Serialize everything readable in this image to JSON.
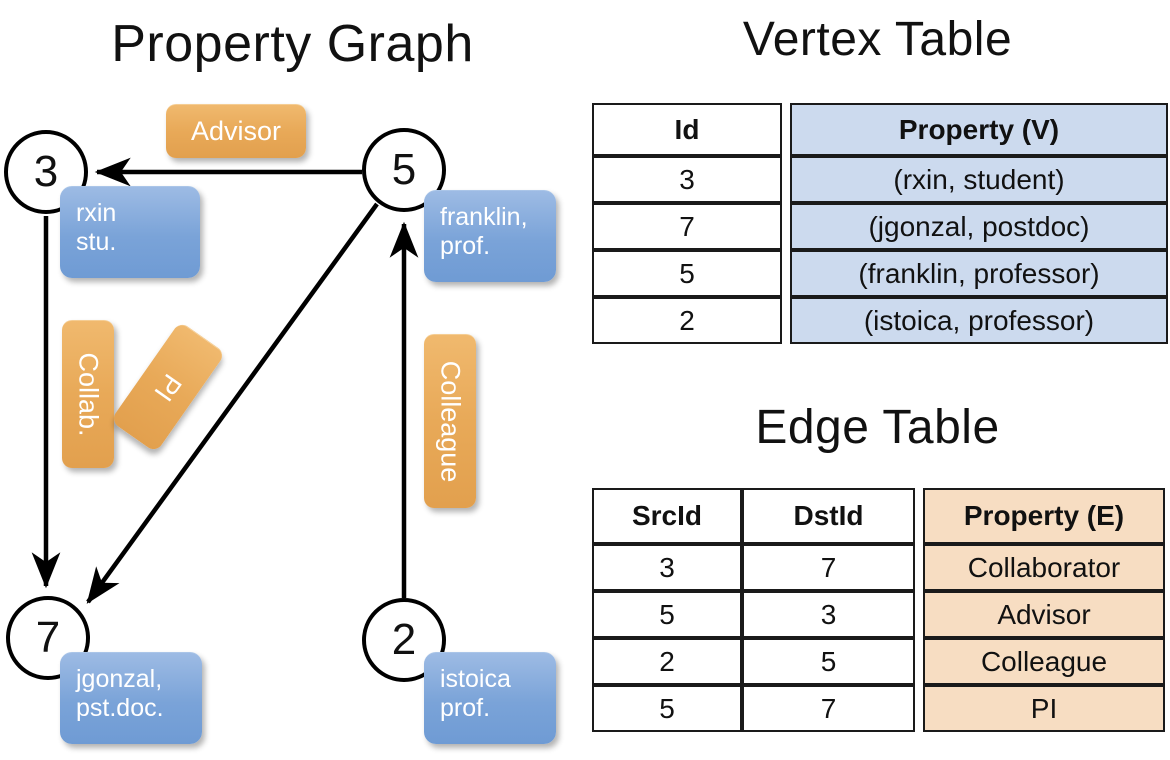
{
  "titles": {
    "graph": "Property Graph",
    "vertex_table": "Vertex Table",
    "edge_table": "Edge Table"
  },
  "colors": {
    "vertex_property_fill": "#ccdaee",
    "edge_property_fill": "#f7ddc2",
    "vertex_box_fill": "#7aa3d8",
    "edge_label_fill": "#e8a958",
    "table_border": "#1a1a1a",
    "text": "#111111"
  },
  "graph": {
    "nodes": [
      {
        "id": "3",
        "property_label": "rxin\nstu.",
        "property_line1": "rxin",
        "property_line2": "stu."
      },
      {
        "id": "5",
        "property_label": "franklin,\nprof.",
        "property_line1": "franklin,",
        "property_line2": "prof."
      },
      {
        "id": "7",
        "property_label": "jgonzal,\npst.doc.",
        "property_line1": "jgonzal,",
        "property_line2": "pst.doc."
      },
      {
        "id": "2",
        "property_label": "istoica\nprof.",
        "property_line1": "istoica",
        "property_line2": "prof."
      }
    ],
    "edge_labels": [
      {
        "name": "advisor",
        "text": "Advisor",
        "orientation": "horizontal"
      },
      {
        "name": "collab",
        "text": "Collab.",
        "orientation": "vertical"
      },
      {
        "name": "pi",
        "text": "PI",
        "orientation": "diagonal"
      },
      {
        "name": "colleague",
        "text": "Colleague",
        "orientation": "vertical"
      }
    ],
    "edges": [
      {
        "src": "5",
        "dst": "3",
        "label": "Advisor"
      },
      {
        "src": "3",
        "dst": "7",
        "label": "Collab."
      },
      {
        "src": "5",
        "dst": "7",
        "label": "PI"
      },
      {
        "src": "2",
        "dst": "5",
        "label": "Colleague"
      }
    ]
  },
  "vertex_table": {
    "headers": [
      "Id",
      "Property (V)"
    ],
    "rows": [
      {
        "id": "3",
        "property": "(rxin, student)"
      },
      {
        "id": "7",
        "property": "(jgonzal, postdoc)"
      },
      {
        "id": "5",
        "property": "(franklin, professor)"
      },
      {
        "id": "2",
        "property": "(istoica, professor)"
      }
    ]
  },
  "edge_table": {
    "headers": [
      "SrcId",
      "DstId",
      "Property (E)"
    ],
    "rows": [
      {
        "src": "3",
        "dst": "7",
        "property": "Collaborator"
      },
      {
        "src": "5",
        "dst": "3",
        "property": "Advisor"
      },
      {
        "src": "2",
        "dst": "5",
        "property": "Colleague"
      },
      {
        "src": "5",
        "dst": "7",
        "property": "PI"
      }
    ]
  }
}
